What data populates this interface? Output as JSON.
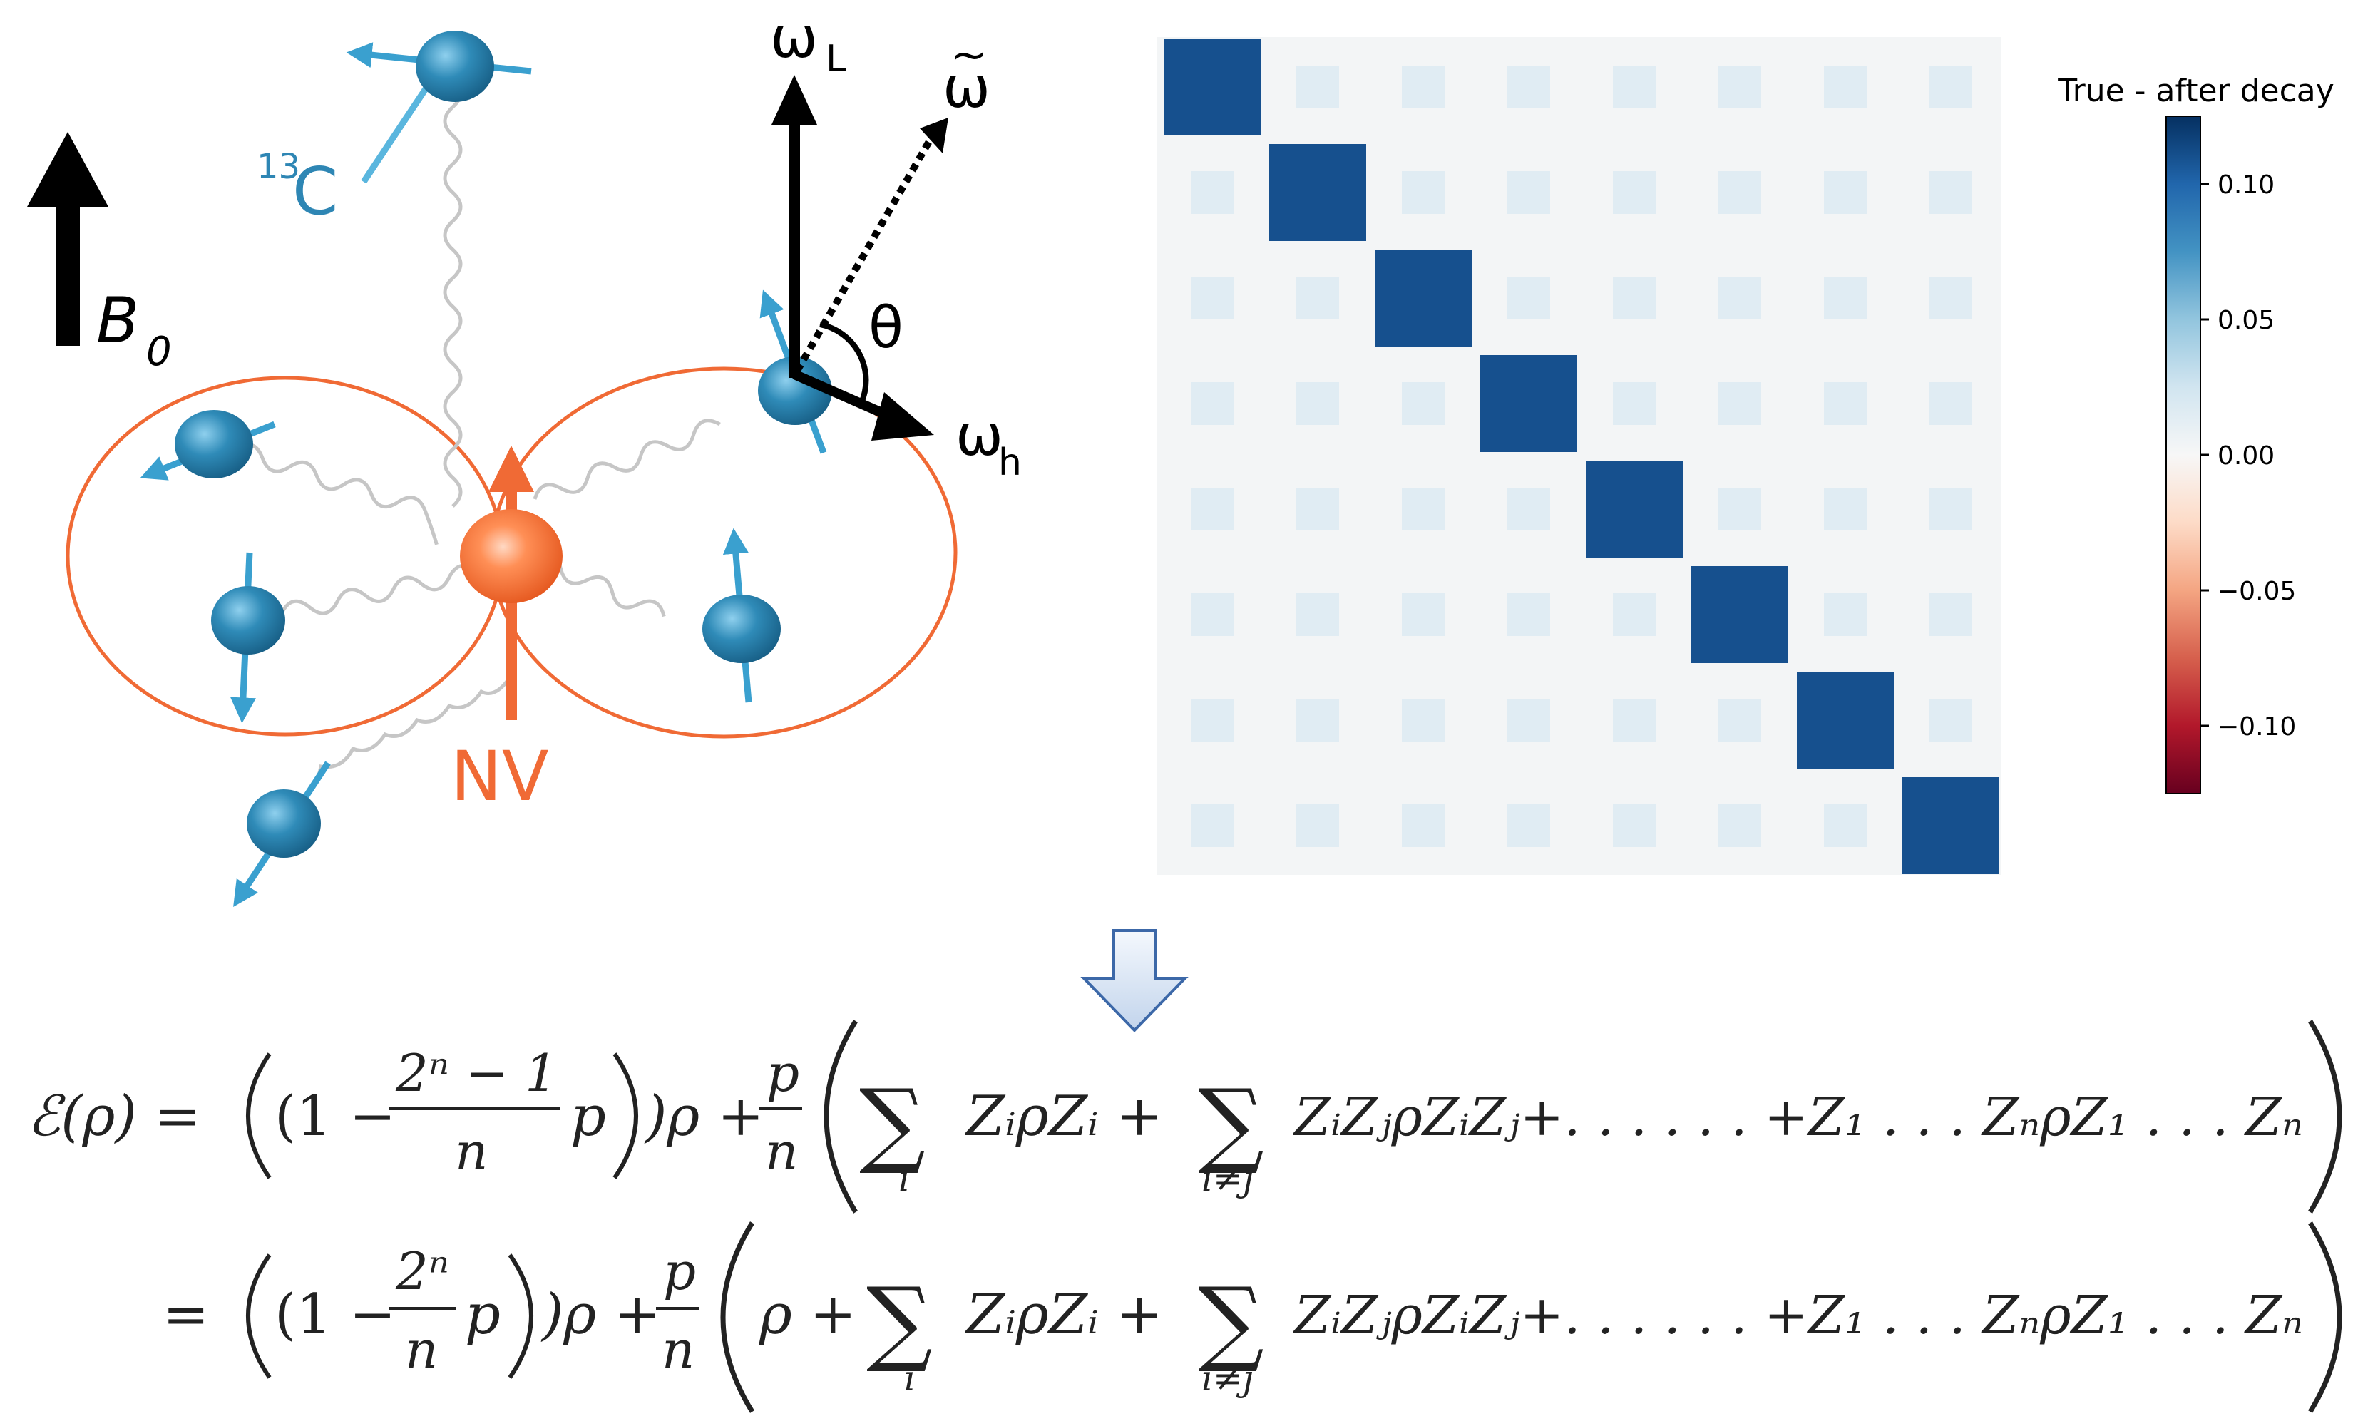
{
  "diagram": {
    "field_label": "B",
    "field_sub": "0",
    "carbon_sup": "13",
    "carbon_label": "C",
    "nv_label": "NV",
    "omega_L_main": "ω",
    "omega_L_sub": "L",
    "omega_h_main": "ω",
    "omega_h_sub": "h",
    "omega_tilde": "ω",
    "tilde_glyph": "~",
    "theta": "θ",
    "colors": {
      "nv": "#f06a35",
      "spin": "#2e86b4",
      "arrow_spin": "#3aa0cf",
      "spring": "#c8c8c8",
      "ellipse": "#f06a35"
    }
  },
  "chart_data": {
    "type": "heatmap",
    "title": "",
    "colorbar_label": "True - after decay",
    "size": 8,
    "diagonal_value": 0.11,
    "offdiag_value": 0.015,
    "vmin": -0.125,
    "vmax": 0.125,
    "colorbar_ticks": [
      "0.10",
      "0.05",
      "0.00",
      "−0.05",
      "−0.10"
    ],
    "colorbar_tick_values": [
      0.1,
      0.05,
      0.0,
      -0.05,
      -0.1
    ],
    "colormap": [
      "#67001f",
      "#b2182b",
      "#d6604d",
      "#f4a582",
      "#fddbc7",
      "#f7f7f7",
      "#d1e5f0",
      "#92c5de",
      "#4393c3",
      "#2166ac",
      "#053061"
    ]
  },
  "equation": {
    "lhs": "ℰ(ρ) =",
    "line1": {
      "open": "(1 −",
      "frac_num": "2ⁿ − 1",
      "frac_den": "n",
      "after_frac": "p",
      "close": ")ρ +",
      "p_num": "p",
      "p_den": "n",
      "term1": "ZᵢρZᵢ +",
      "sum1_sub": "i",
      "term2": "ZᵢZⱼρZᵢZⱼ+. . . . . . +Z₁ . . . ZₙρZ₁ . . . Zₙ",
      "sum2_sub": "i≠j"
    },
    "line2": {
      "eq": "=",
      "open": "(1 −",
      "frac_num": "2ⁿ",
      "frac_den": "n",
      "after_frac": "p",
      "close": ")ρ +",
      "p_num": "p",
      "p_den": "n",
      "rho_plus": "ρ +",
      "term1": "ZᵢρZᵢ +",
      "sum1_sub": "i",
      "term2": "ZᵢZⱼρZᵢZⱼ+. . . . . . +Z₁ . . . ZₙρZ₁ . . . Zₙ",
      "sum2_sub": "i≠j"
    }
  }
}
